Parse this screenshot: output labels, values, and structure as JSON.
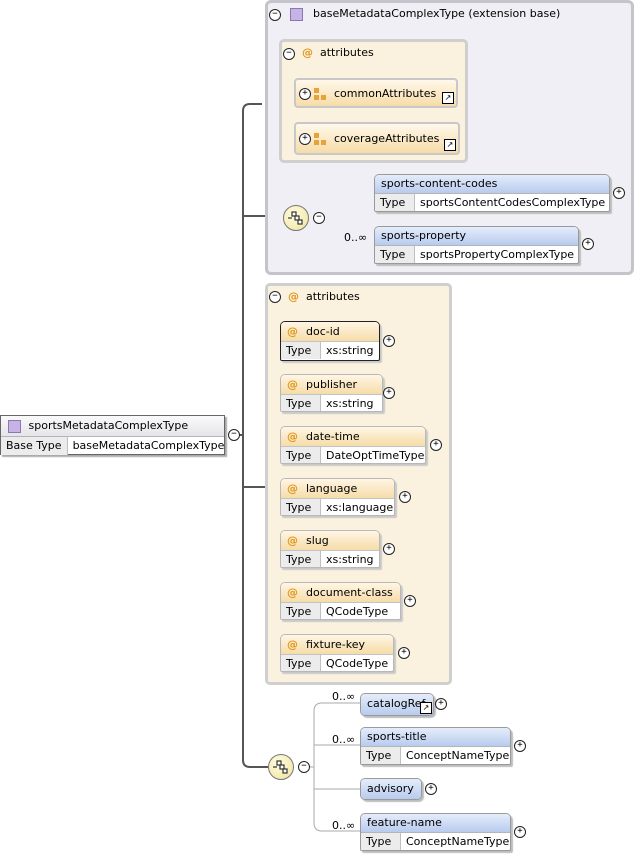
{
  "root": {
    "name": "sportsMetadataComplexType",
    "base_type_label": "Base Type",
    "base_type": "baseMetadataComplexType"
  },
  "extension": {
    "title": "baseMetadataComplexType (extension base)",
    "attributes_label": "attributes",
    "attribute_groups": [
      {
        "name": "commonAttributes"
      },
      {
        "name": "coverageAttributes"
      }
    ],
    "elements": [
      {
        "name": "sports-content-codes",
        "type_label": "Type",
        "type": "sportsContentCodesComplexType",
        "cardinality": ""
      },
      {
        "name": "sports-property",
        "type_label": "Type",
        "type": "sportsPropertyComplexType",
        "cardinality": "0..∞"
      }
    ]
  },
  "attributes": {
    "label": "attributes",
    "items": [
      {
        "name": "doc-id",
        "type_label": "Type",
        "type": "xs:string"
      },
      {
        "name": "publisher",
        "type_label": "Type",
        "type": "xs:string"
      },
      {
        "name": "date-time",
        "type_label": "Type",
        "type": "DateOptTimeType"
      },
      {
        "name": "language",
        "type_label": "Type",
        "type": "xs:language"
      },
      {
        "name": "slug",
        "type_label": "Type",
        "type": "xs:string"
      },
      {
        "name": "document-class",
        "type_label": "Type",
        "type": "QCodeType"
      },
      {
        "name": "fixture-key",
        "type_label": "Type",
        "type": "QCodeType"
      }
    ]
  },
  "sequence": {
    "elements": [
      {
        "name": "catalogRef",
        "cardinality": "0..∞"
      },
      {
        "name": "sports-title",
        "type_label": "Type",
        "type": "ConceptNameType",
        "cardinality": "0..∞"
      },
      {
        "name": "advisory",
        "cardinality": ""
      },
      {
        "name": "feature-name",
        "type_label": "Type",
        "type": "ConceptNameType",
        "cardinality": "0..∞"
      }
    ]
  },
  "glyphs": {
    "minus": "−",
    "plus": "+",
    "at": "@",
    "ref_arrow": "↗"
  },
  "colors": {
    "extension_bg": "#efeff5",
    "attribute_bg": "#fbf1df",
    "element_header": "#c3d3f0",
    "attribute_header": "#f6dca8",
    "complex_icon": "#c7b4e6"
  }
}
